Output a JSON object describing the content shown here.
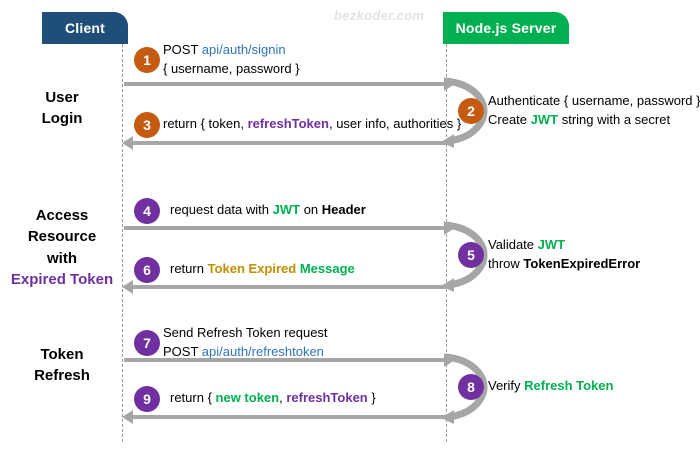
{
  "watermark": "bezkoder.com",
  "actors": {
    "client": {
      "label": "Client",
      "color": "#1F4E79"
    },
    "server": {
      "label": "Node.js Server",
      "color": "#00B050"
    }
  },
  "sections": [
    {
      "id": "user-login",
      "lines": [
        "User",
        "Login"
      ],
      "accent_line_index": -1
    },
    {
      "id": "access-resource",
      "lines": [
        "Access",
        "Resource",
        "with",
        "Expired Token"
      ],
      "accent_line_index": 3,
      "accent_color": "#7030A0"
    },
    {
      "id": "token-refresh",
      "lines": [
        "Token",
        "Refresh"
      ],
      "accent_line_index": -1
    }
  ],
  "steps": [
    {
      "number": "1",
      "circle_color": "#C55A11",
      "side": "client",
      "direction": "request",
      "lines": [
        [
          {
            "t": "POST ",
            "c": "plain"
          },
          {
            "t": "api/auth/signin",
            "c": "blue"
          }
        ],
        [
          {
            "t": "{ username, password }",
            "c": "plain"
          }
        ]
      ]
    },
    {
      "number": "2",
      "circle_color": "#C55A11",
      "side": "server",
      "direction": "self",
      "lines": [
        [
          {
            "t": "Authenticate { username, password }",
            "c": "plain"
          }
        ],
        [
          {
            "t": "Create ",
            "c": "plain"
          },
          {
            "t": "JWT",
            "c": "green"
          },
          {
            "t": " string with a secret",
            "c": "plain"
          }
        ]
      ]
    },
    {
      "number": "3",
      "circle_color": "#C55A11",
      "side": "client",
      "direction": "response",
      "lines": [
        [
          {
            "t": "return { token, ",
            "c": "plain"
          },
          {
            "t": "refreshToken",
            "c": "purple"
          },
          {
            "t": ", user info, authorities }",
            "c": "plain"
          }
        ]
      ]
    },
    {
      "number": "4",
      "circle_color": "#7030A0",
      "side": "client",
      "direction": "request",
      "lines": [
        [
          {
            "t": "request data with ",
            "c": "plain"
          },
          {
            "t": "JWT",
            "c": "green"
          },
          {
            "t": " on ",
            "c": "plain"
          },
          {
            "t": "Header",
            "c": "bold"
          }
        ]
      ]
    },
    {
      "number": "5",
      "circle_color": "#7030A0",
      "side": "server",
      "direction": "self",
      "lines": [
        [
          {
            "t": "Validate ",
            "c": "plain"
          },
          {
            "t": "JWT",
            "c": "green"
          }
        ],
        [
          {
            "t": "throw ",
            "c": "plain"
          },
          {
            "t": "TokenExpiredError",
            "c": "bold"
          }
        ]
      ]
    },
    {
      "number": "6",
      "circle_color": "#7030A0",
      "side": "client",
      "direction": "response",
      "lines": [
        [
          {
            "t": "return ",
            "c": "plain"
          },
          {
            "t": "Token Expired",
            "c": "olive"
          },
          {
            "t": " ",
            "c": "plain"
          },
          {
            "t": "Message",
            "c": "green"
          }
        ]
      ]
    },
    {
      "number": "7",
      "circle_color": "#7030A0",
      "side": "client",
      "direction": "request",
      "lines": [
        [
          {
            "t": "Send Refresh Token request",
            "c": "plain"
          }
        ],
        [
          {
            "t": "POST ",
            "c": "plain"
          },
          {
            "t": "api/auth/refreshtoken",
            "c": "blue"
          }
        ]
      ]
    },
    {
      "number": "8",
      "circle_color": "#7030A0",
      "side": "server",
      "direction": "self",
      "lines": [
        [
          {
            "t": "Verify ",
            "c": "plain"
          },
          {
            "t": "Refresh Token",
            "c": "green"
          }
        ]
      ]
    },
    {
      "number": "9",
      "circle_color": "#7030A0",
      "side": "client",
      "direction": "response",
      "lines": [
        [
          {
            "t": "return { ",
            "c": "plain"
          },
          {
            "t": "new token",
            "c": "green"
          },
          {
            "t": ", ",
            "c": "plain"
          },
          {
            "t": "refreshToken",
            "c": "purple"
          },
          {
            "t": " }",
            "c": "plain"
          }
        ]
      ]
    }
  ]
}
